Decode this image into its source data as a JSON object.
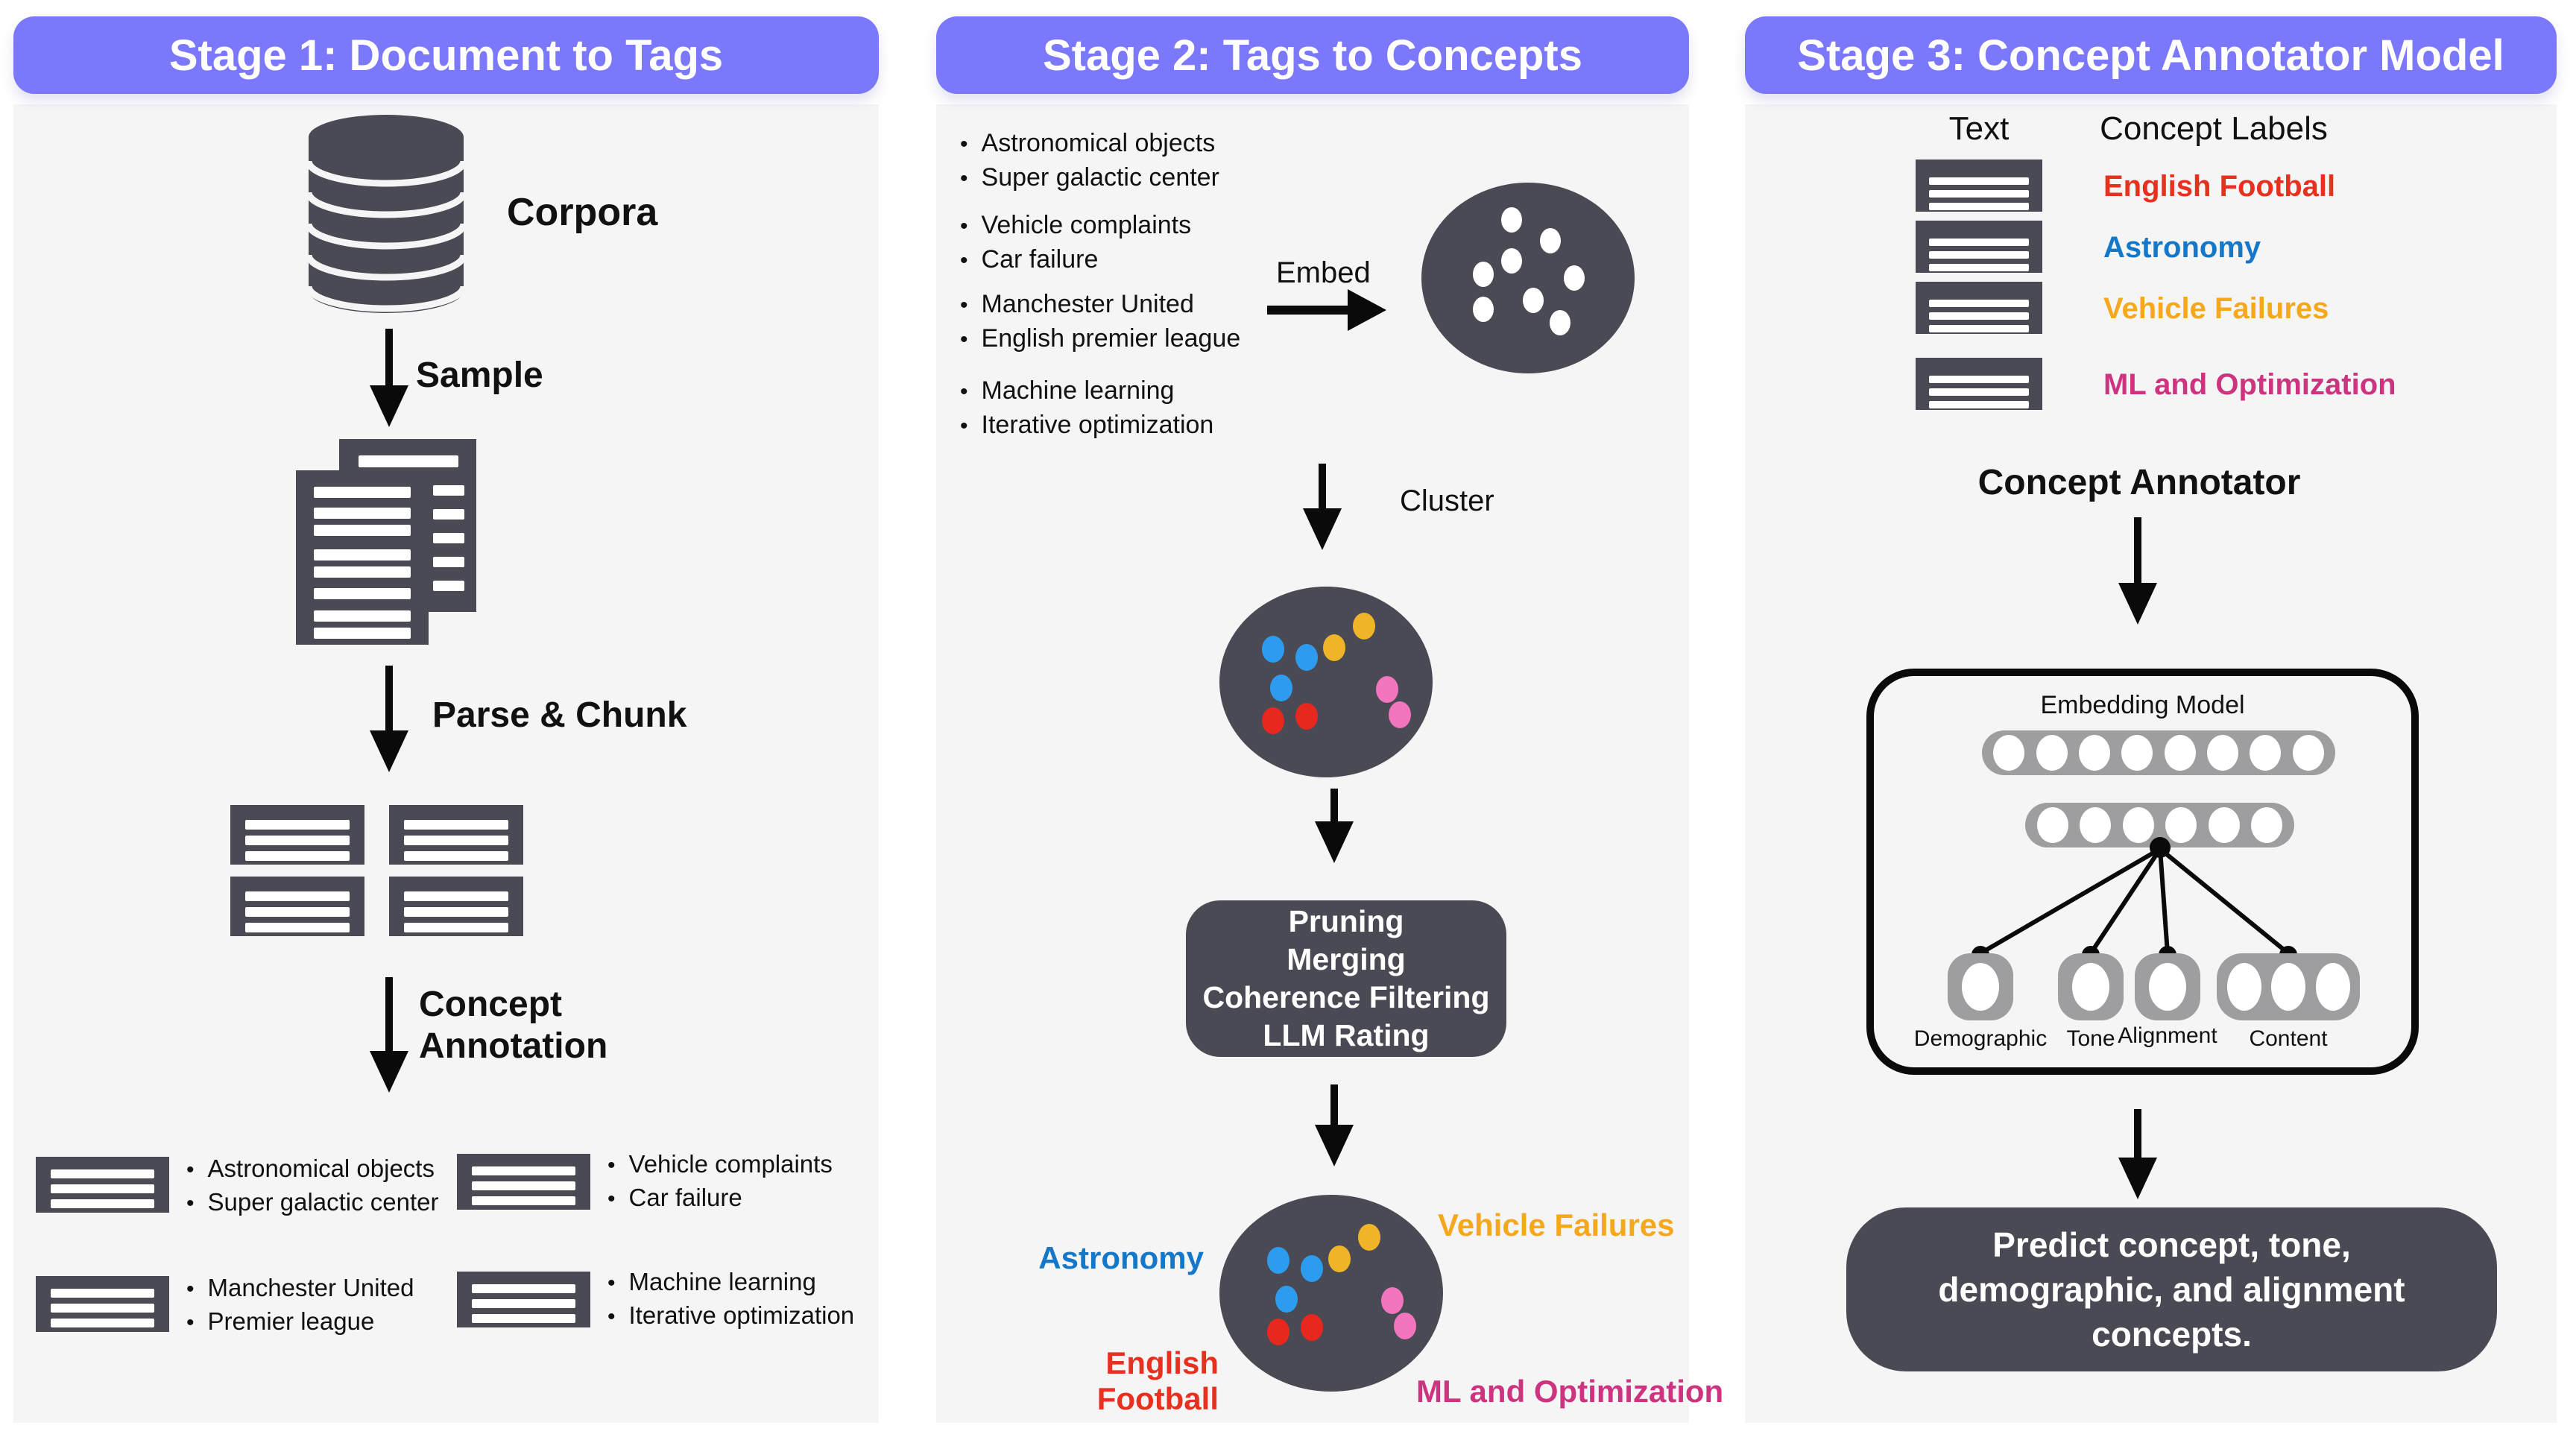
{
  "colors": {
    "header_purple": "#7B78FB",
    "panel_bg": "#F5F5F6",
    "shape_dark_gray": "#4A4A54",
    "node_gray": "#9E9EA0",
    "label_blue": "#1477C8",
    "label_red": "#E8301F",
    "label_yellow": "#F5A81C",
    "label_magenta": "#CE3380",
    "dot_blue": "#2D9CEF",
    "dot_yellow": "#F0B429",
    "dot_pink": "#F275BE",
    "dot_red": "#E8281E"
  },
  "stage1": {
    "header": "Stage 1: Document to Tags",
    "corpora_label": "Corpora",
    "sample_label": "Sample",
    "parse_label": "Parse & Chunk",
    "concept_annotation_label": "Concept Annotation",
    "tag_groups": [
      {
        "tags": [
          "Astronomical objects",
          "Super galactic center"
        ]
      },
      {
        "tags": [
          "Vehicle complaints",
          "Car failure"
        ]
      },
      {
        "tags": [
          "Manchester United",
          "Premier league"
        ]
      },
      {
        "tags": [
          "Machine learning",
          "Iterative optimization"
        ]
      }
    ]
  },
  "stage2": {
    "header": "Stage 2: Tags to Concepts",
    "tag_list": [
      {
        "items": [
          "Astronomical objects",
          "Super galactic center"
        ]
      },
      {
        "items": [
          "Vehicle complaints",
          "Car failure"
        ]
      },
      {
        "items": [
          "Manchester United",
          "English premier league"
        ]
      },
      {
        "items": [
          "Machine learning",
          "Iterative optimization"
        ]
      }
    ],
    "embed_label": "Embed",
    "cluster_label": "Cluster",
    "process_box": {
      "lines": [
        "Pruning",
        "Merging",
        "Coherence Filtering",
        "LLM Rating"
      ]
    },
    "cluster_labels": {
      "astronomy": "Astronomy",
      "vehicle": "Vehicle Failures",
      "football": "English Football",
      "ml": "ML and Optimization"
    }
  },
  "stage3": {
    "header": "Stage 3: Concept Annotator Model",
    "col_text": "Text",
    "col_concept": "Concept Labels",
    "rows": [
      {
        "label": "English Football"
      },
      {
        "label": "Astronomy"
      },
      {
        "label": "Vehicle Failures"
      },
      {
        "label": "ML and Optimization"
      }
    ],
    "annotator_label": "Concept Annotator",
    "embedding": {
      "title": "Embedding Model",
      "outputs": [
        "Demographic",
        "Tone",
        "Alignment",
        "Content"
      ]
    },
    "predict_text": "Predict concept, tone, demographic, and alignment concepts."
  }
}
